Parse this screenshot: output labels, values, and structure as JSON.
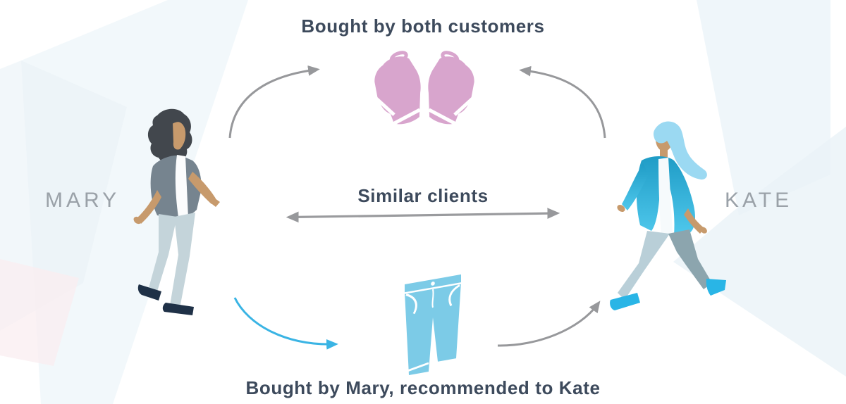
{
  "labels": {
    "top": "Bought by both customers",
    "middle": "Similar clients",
    "bottom": "Bought by Mary, recommended to Kate"
  },
  "people": {
    "left": {
      "name": "MARY"
    },
    "right": {
      "name": "KATE"
    }
  },
  "icons": {
    "top_item": "jackets-icon",
    "bottom_item": "jeans-icon"
  },
  "colors": {
    "heading_text": "#3d4a5c",
    "person_name_text": "#9aa1a8",
    "arrow_gray": "#97989b",
    "arrow_blue": "#3ab4e4",
    "jacket_pink": "#d8a5cd",
    "jeans_blue": "#7ccbe7"
  }
}
